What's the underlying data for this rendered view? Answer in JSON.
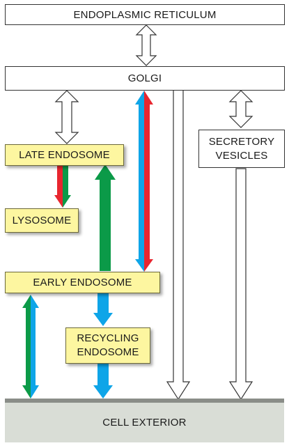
{
  "diagram": {
    "er_label": "ENDOPLASMIC RETICULUM",
    "golgi_label": "GOLGI",
    "late_endosome_label": "LATE ENDOSOME",
    "lysosome_label": "LYSOSOME",
    "early_endosome_label": "EARLY ENDOSOME",
    "recycling_endosome_line1": "RECYCLING",
    "recycling_endosome_line2": "ENDOSOME",
    "secretory_vesicles_line1": "SECRETORY",
    "secretory_vesicles_line2": "VESICLES",
    "cell_exterior_label": "CELL EXTERIOR"
  },
  "colors": {
    "red": "#e8262f",
    "green": "#0b9a48",
    "blue": "#0ea5e8",
    "box_yellow": "#fdf6a0",
    "exterior_grey": "#d9ddd6",
    "membrane_grey": "#8a8d88"
  }
}
